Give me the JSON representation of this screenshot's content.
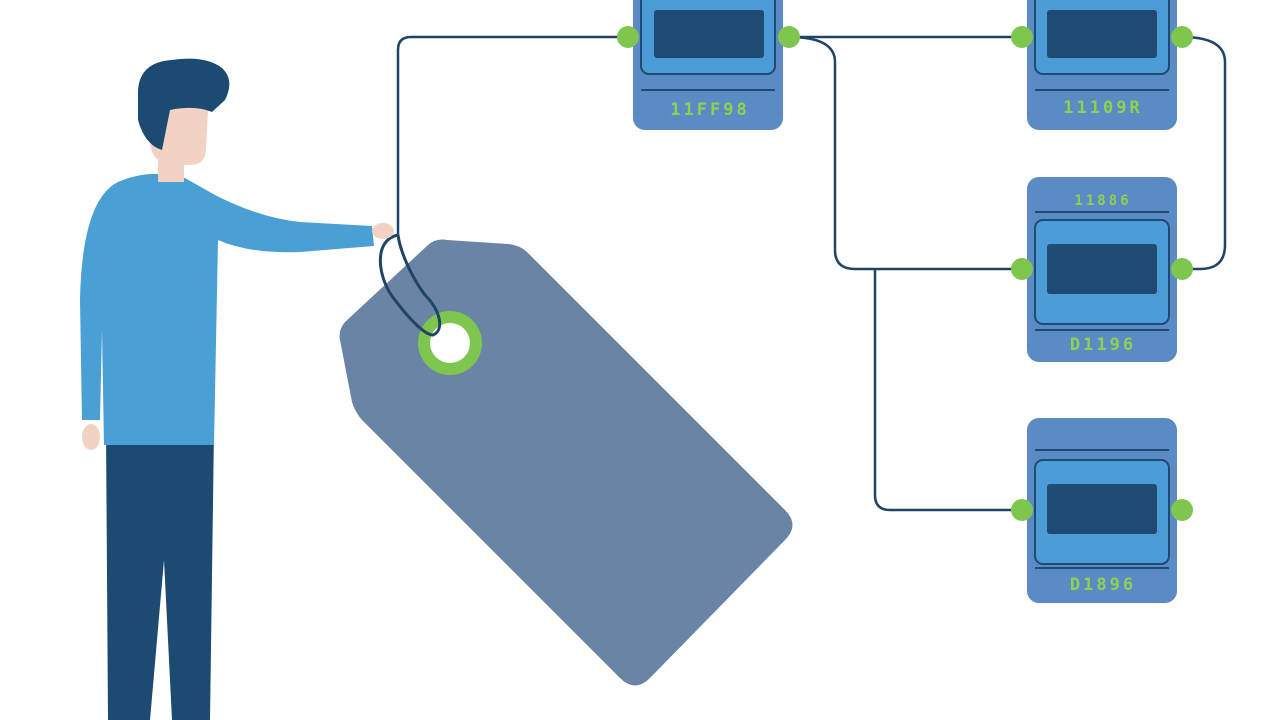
{
  "colors": {
    "background": "#ffffff",
    "wire": "#1f4466",
    "connector": "#7fc64f",
    "module_outer": "#5b8bc4",
    "module_inner": "#4a9bd6",
    "screen": "#1e4a73",
    "module_text": "#8fd14f",
    "tag": "#6a84a6",
    "tag_ring": "#7fc64f",
    "shirt": "#4aa0d5",
    "pants": "#1d4a70",
    "hair": "#1d4a70",
    "skin": "#f2d3c3"
  },
  "icons": {
    "person": "person-figure",
    "tag": "price-tag-icon",
    "module": "display-module-icon"
  },
  "modules": [
    {
      "id": "top-center",
      "code": "11FF98",
      "top_code": ""
    },
    {
      "id": "top-right",
      "code": "11109R",
      "top_code": ""
    },
    {
      "id": "middle-right",
      "code": "D1196",
      "top_code": "11886"
    },
    {
      "id": "bottom-right",
      "code": "D1896",
      "top_code": ""
    }
  ]
}
